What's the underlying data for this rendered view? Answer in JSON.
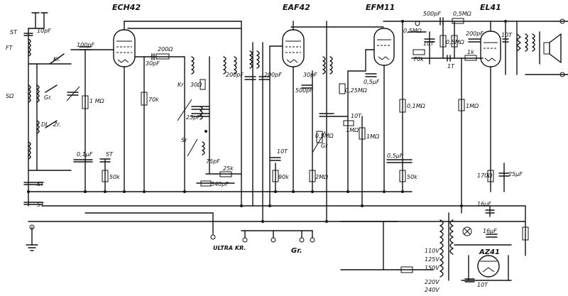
{
  "tubes": {
    "ech42": "ECH42",
    "eaf42": "EAF42",
    "efm11": "EFM11",
    "el41": "EL41",
    "az41": "AZ41"
  },
  "labels": {
    "st_top": "ST",
    "ft": "FT",
    "c10pf": "10pF",
    "kr": "Kr.",
    "r100pf": "100pF",
    "r1ma": "1 MΩ",
    "sd": "SΩ",
    "gr1": "Gr.",
    "dl": "DL",
    "zr": "Zr.",
    "c01uf": "0,1µF",
    "st_mid": "ST",
    "st_bot1": "ST",
    "st_bot2": "ST",
    "r50k_a": "50k",
    "r200": "200Ω",
    "c30pf": "30pF",
    "r70k": "70k",
    "kr2": "Kr",
    "sr": "Sr",
    "r30": "30Ω",
    "c25pf": "25pF",
    "c75pf": "75pF",
    "r25k": "25k",
    "c540pf": "540pF",
    "c200pf_a": "200pF",
    "c200pf_b": "200pF",
    "c30pf_b": "30pF",
    "c500pf": "500pF",
    "r90k": "90k",
    "c10t_a": "10T",
    "r05m": "0,5MΩ",
    "r2m": "2MΩ",
    "gr2": "Gr",
    "r025m": "0,25MΩ",
    "c05uf": "0,5µF",
    "c10t_b": "10T",
    "r1m_b": "1MΩ",
    "r1m_c": "1MΩ",
    "c500pf_b": "500pF",
    "r05m_b": "0,5MΩ",
    "r05m_c": "0,5MΩ",
    "r05m_d": "0,5MΩ",
    "c10t_c": "10T",
    "r70k_b": "70k",
    "c1t": "1T",
    "r1k": "1k",
    "r01m": "0,1MΩ",
    "c05uf_b": "0,5µF",
    "r50k_b": "50k",
    "r1m_d": "1MΩ",
    "r170": "170Ω",
    "c25uf": "25µF",
    "c200pf_c": "200pF",
    "c10t_d": "10T",
    "c16uf": "16µF",
    "c16uf_b": "16µF",
    "ultra": "ULTRA KR.",
    "gr3": "Gr.",
    "v110": "110V",
    "v125": "125V",
    "v150": "150V",
    "v220": "220V",
    "v240": "240V",
    "c10t_e": "10T"
  }
}
